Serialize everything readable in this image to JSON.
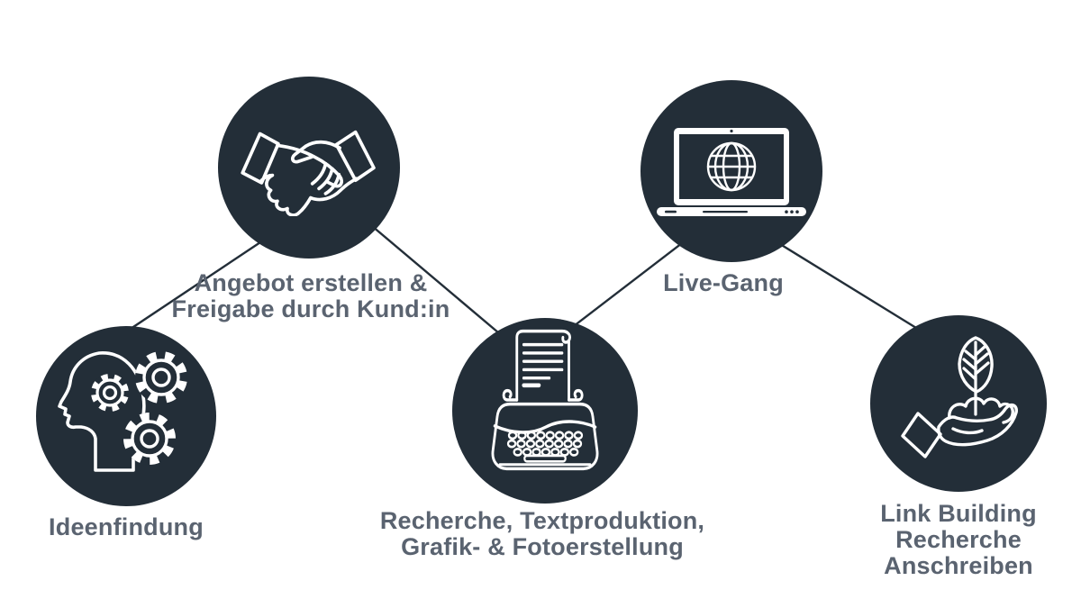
{
  "diagram": {
    "background": "#ffffff",
    "colors": {
      "circle_fill": "#232e38",
      "icon_stroke": "#ffffff",
      "connector_line": "#232e38",
      "label_text": "#5a6370"
    },
    "nodes": [
      {
        "id": "ideenfindung",
        "icon": "head-gears-icon",
        "label_lines": [
          "Ideenfindung"
        ]
      },
      {
        "id": "angebot",
        "icon": "handshake-icon",
        "label_lines": [
          "Angebot erstellen &",
          "Freigabe durch Kund:in"
        ]
      },
      {
        "id": "produktion",
        "icon": "typewriter-icon",
        "label_lines": [
          "Recherche, Textproduktion,",
          "Grafik- & Fotoerstellung"
        ]
      },
      {
        "id": "live-gang",
        "icon": "laptop-globe-icon",
        "label_lines": [
          "Live-Gang"
        ]
      },
      {
        "id": "link-building",
        "icon": "plant-in-hand-icon",
        "label_lines": [
          "Link Building",
          "Recherche",
          "Anschreiben"
        ]
      }
    ],
    "connections": [
      {
        "from": "ideenfindung",
        "to": "angebot"
      },
      {
        "from": "angebot",
        "to": "produktion"
      },
      {
        "from": "produktion",
        "to": "live-gang"
      },
      {
        "from": "live-gang",
        "to": "link-building"
      }
    ]
  }
}
